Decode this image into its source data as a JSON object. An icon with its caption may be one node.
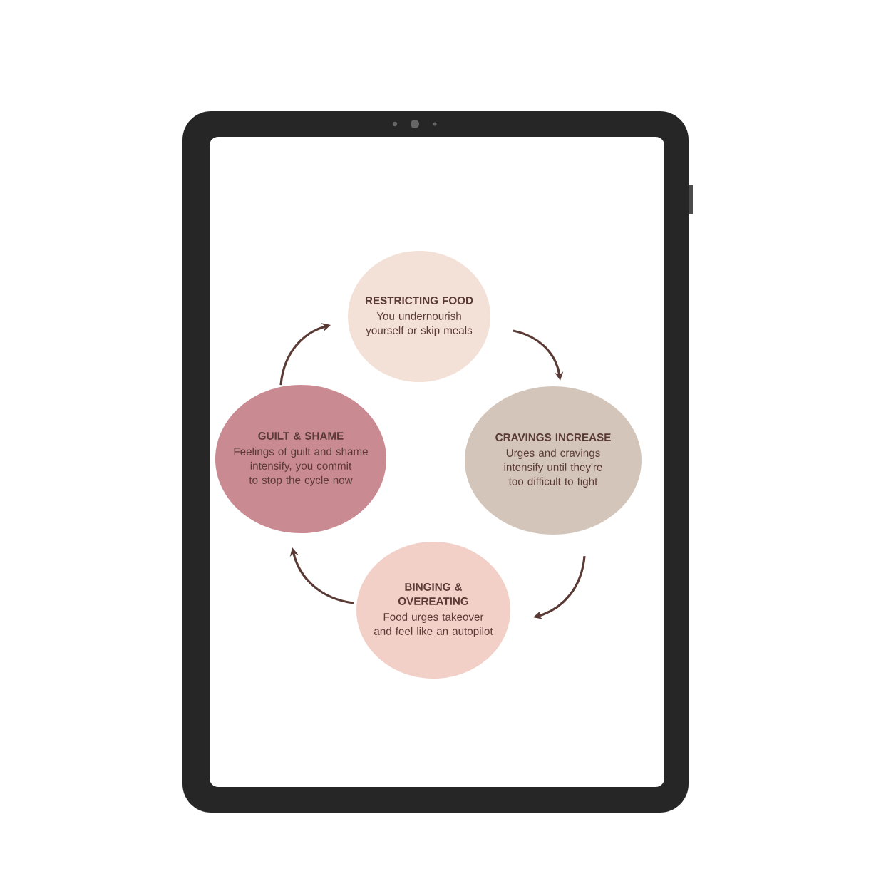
{
  "diagram": {
    "nodes": [
      {
        "text": [
          "RESTRICTING FOOD",
          "You undernourish yourself or skip meals"
        ]
      },
      {
        "text": [
          "CRAVINGS INCREASE",
          "Urges and cravings intensify until they're too difficult to fight"
        ]
      },
      {
        "text": [
          "BINGING & OVEREATING",
          "Food urges takeover and feel like an autopilot"
        ]
      },
      {
        "text": [
          "GUILT & SHAME",
          "Feelings of guilt and shame intensify, you commit to stop the cycle now"
        ]
      }
    ],
    "edges": [
      {
        "from": 0,
        "to": 1,
        "arrow": "to"
      },
      {
        "from": 1,
        "to": 2,
        "arrow": "to"
      },
      {
        "from": 2,
        "to": 3,
        "arrow": "to"
      },
      {
        "from": 3,
        "to": 0,
        "arrow": "to"
      }
    ]
  }
}
